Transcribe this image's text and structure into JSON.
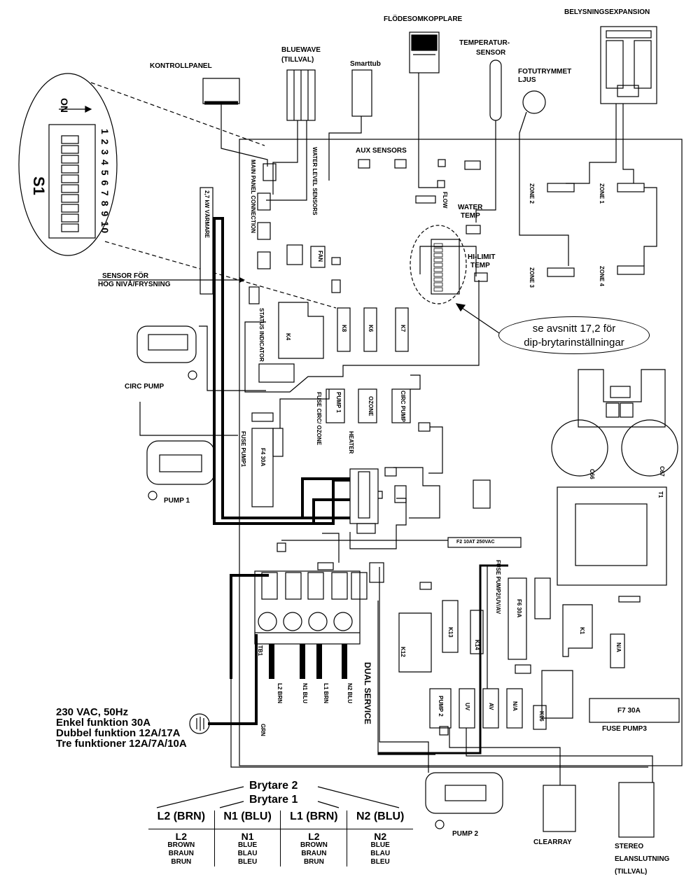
{
  "diagram": {
    "top_labels": {
      "kontrollpanel": "KONTROLLPANEL",
      "bluewave_1": "BLUEWAVE",
      "bluewave_2": "(TILLVAL)",
      "smarttub": "Smarttub",
      "flodesomkopplare": "FLÖDESOMKOPPLARE",
      "temp_sensor_1": "TEMPERATUR-",
      "temp_sensor_2": "SENSOR",
      "fotutrymmet_1": "FOTUTRYMMET",
      "fotutrymmet_2": "LJUS",
      "belysning": "BELYSNINGSEXPANSION"
    },
    "dip": {
      "on": "ON",
      "name": "S1",
      "numbers": "1 2 3 4 5 6 7 8 9 10"
    },
    "side_labels": {
      "sensor_1": "SENSOR FÖR",
      "sensor_2": "HÖG NIVÅ/FRYSNING",
      "heater": "2,7 kW VÄRMARE",
      "circ_pump": "CIRC PUMP",
      "pump1": "PUMP 1",
      "pump2": "PUMP 2",
      "clearray": "CLEARRAY",
      "stereo_1": "STEREO",
      "stereo_2": "ELANSLUTNING",
      "stereo_3": "(TILLVAL)"
    },
    "board_labels": {
      "aux": "AUX SENSORS",
      "flow": "FLOW",
      "water_temp_1": "WATER",
      "water_temp_2": "TEMP",
      "hi_limit_1": "HI-LIMIT",
      "hi_limit_2": "TEMP",
      "zone1": "ZONE 1",
      "zone2": "ZONE 2",
      "zone3": "ZONE 3",
      "zone4": "ZONE 4",
      "main_panel": "MAIN PANEL CONNECTION",
      "water_level": "WATER LEVEL SENSORS",
      "fan": "FAN",
      "status": "STATUS INDICATOR",
      "pump1_conn": "PUMP 1",
      "ozone": "OZONE",
      "circ_pump_conn": "CIRC PUMP",
      "fuse_circ": "FUSE CIRC/ OZONE",
      "fuse_pump1": "FUSE PUMP1",
      "f4": "F4 30A",
      "heater_conn": "HEATER",
      "fuse_pump2": "FUSE PUMP2/UV/AV",
      "f6": "F6 30A",
      "f7": "F7 30A",
      "fuse_pump3": "FUSE PUMP3",
      "dual_service": "DUAL SERVICE",
      "pump2_conn": "PUMP 2",
      "uv": "UV",
      "av": "AV",
      "na": "N/A",
      "na2": "N/A",
      "tb1": "TB1",
      "tb_l2": "L2 BRN",
      "tb_n1": "N1 BLU",
      "tb_l1": "L1 BRN",
      "tb_n2": "N2 BLU",
      "grn": "GRN",
      "f2": "F2 10AT 250VAC",
      "k1": "K1",
      "k4": "K4",
      "k6": "K6",
      "k7": "K7",
      "k8": "K8",
      "k12": "K12",
      "k13": "K13",
      "k14": "K14",
      "k16": "K16",
      "c66": "C66",
      "c67": "C67",
      "t1": "T1"
    },
    "note": {
      "line1": "se avsnitt 17,2 för",
      "line2": "dip-brytarinställningar"
    },
    "supply": {
      "line1": "230 VAC, 50Hz",
      "line2": "Enkel funktion 30A",
      "line3": "Dubbel funktion 12A/17A",
      "line4": "Tre funktioner 12A/7A/10A"
    },
    "breakers": {
      "b2": "Brytare 2",
      "b1": "Brytare 1"
    },
    "table": {
      "headers": [
        "L2 (BRN)",
        "N1 (BLU)",
        "L1 (BRN)",
        "N2 (BLU)"
      ],
      "codes": [
        "L2",
        "N1",
        "L2",
        "N2"
      ],
      "color_en": [
        "BROWN",
        "BLUE",
        "BROWN",
        "BLUE"
      ],
      "color_de": [
        "BRAUN",
        "BLAU",
        "BRAUN",
        "BLAU"
      ],
      "color_fr": [
        "BRUN",
        "BLEU",
        "BRUN",
        "BLEU"
      ]
    }
  }
}
